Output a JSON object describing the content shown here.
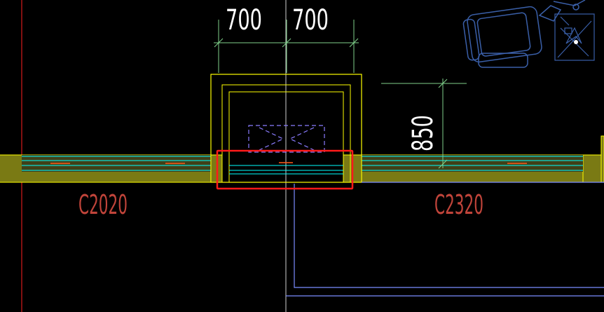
{
  "drawing": {
    "dimension_left": "700",
    "dimension_right": "700",
    "dimension_vertical": "850",
    "window_label_left": "C2020",
    "window_label_right": "C2320"
  },
  "colors": {
    "background": "#000000",
    "wall_fill": "#7a7a14",
    "wall_edge": "#ffff00",
    "glass": "#00ffff",
    "grid_red": "#ff2020",
    "dim_line": "#7fd08a",
    "text_white": "#ffffff",
    "label_red": "#c0443a",
    "blue_line": "#7a8cff",
    "dashed_box": "#8a7cff",
    "highlight": "#ff1a1a",
    "furniture": "#3a5fa8"
  }
}
